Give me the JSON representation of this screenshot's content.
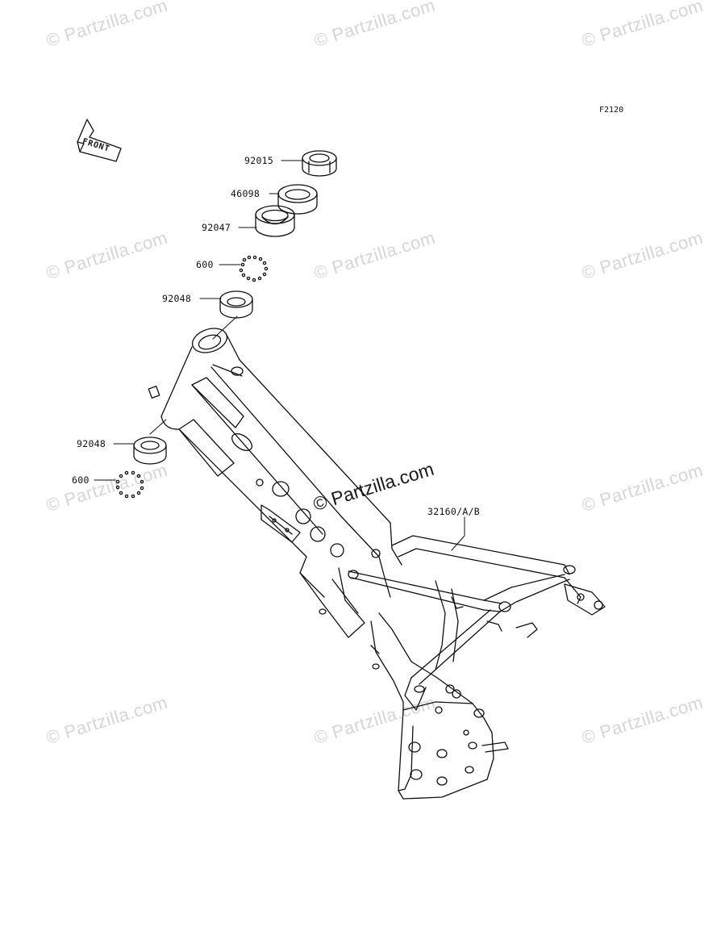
{
  "figure_code": "F2120",
  "front_arrow_label": "FRONT",
  "watermark_text": "© Partzilla.com",
  "center_watermark_text": "© Partzilla.com",
  "callouts": [
    {
      "id": "c1",
      "part_number": "92015"
    },
    {
      "id": "c2",
      "part_number": "46098"
    },
    {
      "id": "c3",
      "part_number": "92047"
    },
    {
      "id": "c4",
      "part_number": "600"
    },
    {
      "id": "c5",
      "part_number": "92048"
    },
    {
      "id": "c6",
      "part_number": "92048"
    },
    {
      "id": "c7",
      "part_number": "600"
    },
    {
      "id": "c8",
      "part_number": "32160/A/B"
    }
  ],
  "colors": {
    "line": "#111111",
    "watermark": "#d6d6d6",
    "background": "#ffffff"
  }
}
